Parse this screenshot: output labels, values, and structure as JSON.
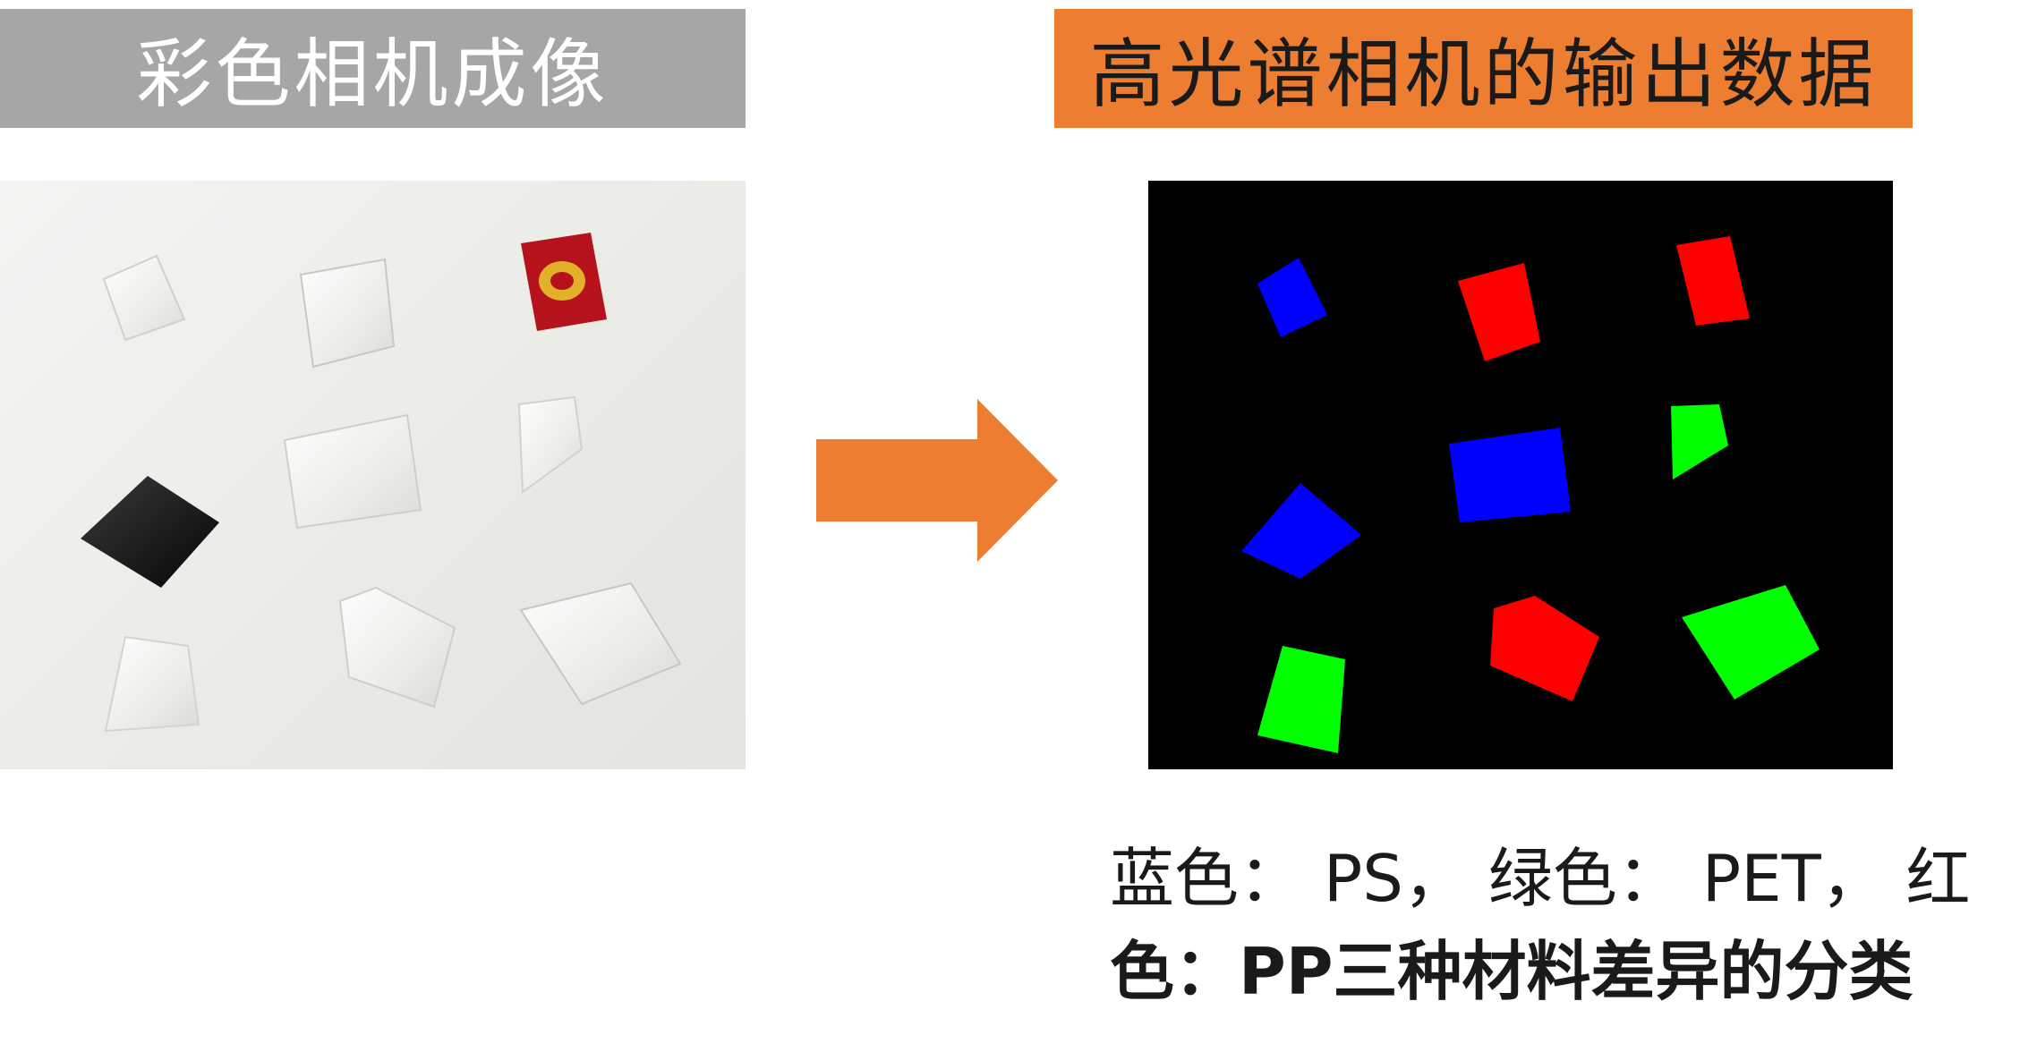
{
  "left_title": "彩色相机成像",
  "right_title": "高光谱相机的输出数据",
  "legend": {
    "line1": "蓝色： PS， 绿色： PET， 红",
    "line2": "色：PP三种材料差异的分类"
  },
  "colors": {
    "left_banner": "#a6a6a6",
    "right_banner": "#ed7d31",
    "arrow": "#ed7d31",
    "ps_blue": "#0000ff",
    "pet_green": "#00ff00",
    "pp_red": "#ff0000",
    "background": "#000000"
  },
  "icons": {
    "arrow": "right-arrow-icon"
  }
}
